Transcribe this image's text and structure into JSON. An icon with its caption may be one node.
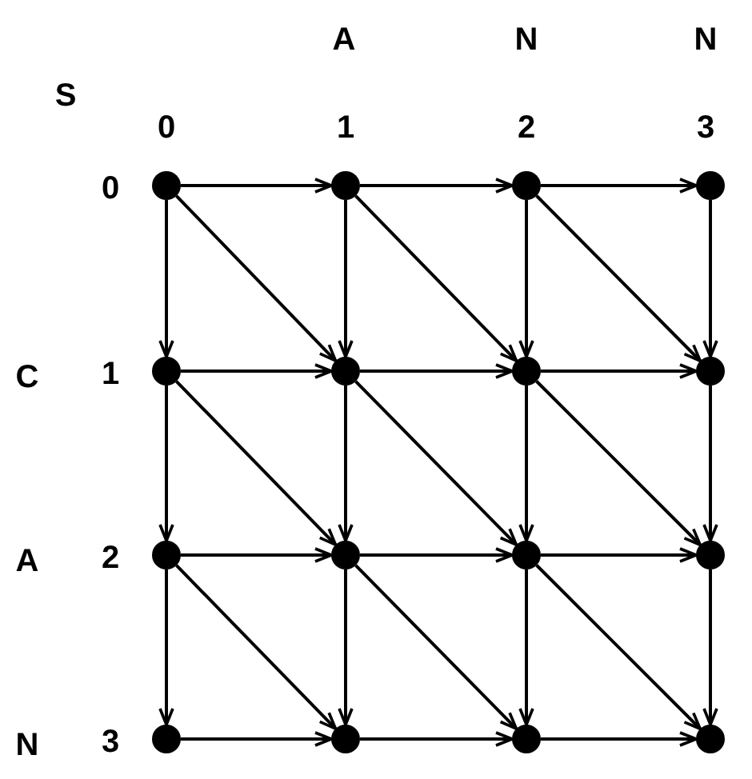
{
  "diagram": {
    "nodes": [
      {
        "text": [],
        "shape": "circle"
      },
      {
        "text": [],
        "shape": "circle"
      },
      {
        "text": [],
        "shape": "circle"
      },
      {
        "text": [],
        "shape": "circle"
      },
      {
        "text": [],
        "shape": "circle"
      },
      {
        "text": [],
        "shape": "circle"
      },
      {
        "text": [],
        "shape": "circle"
      },
      {
        "text": [],
        "shape": "circle"
      },
      {
        "text": [],
        "shape": "circle"
      },
      {
        "text": [],
        "shape": "circle"
      },
      {
        "text": [],
        "shape": "circle"
      },
      {
        "text": [],
        "shape": "circle"
      },
      {
        "text": [],
        "shape": "circle"
      },
      {
        "text": [],
        "shape": "circle"
      },
      {
        "text": [],
        "shape": "circle"
      },
      {
        "text": [],
        "shape": "circle"
      }
    ],
    "edges": [
      {
        "from": 0,
        "to": 1,
        "arrow": "to"
      },
      {
        "from": 0,
        "to": 4,
        "arrow": "to"
      },
      {
        "from": 0,
        "to": 5,
        "arrow": "to"
      },
      {
        "from": 1,
        "to": 2,
        "arrow": "to"
      },
      {
        "from": 1,
        "to": 5,
        "arrow": "to"
      },
      {
        "from": 1,
        "to": 6,
        "arrow": "to"
      },
      {
        "from": 2,
        "to": 3,
        "arrow": "to"
      },
      {
        "from": 2,
        "to": 6,
        "arrow": "to"
      },
      {
        "from": 2,
        "to": 7,
        "arrow": "to"
      },
      {
        "from": 3,
        "to": 7,
        "arrow": "to"
      },
      {
        "from": 4,
        "to": 5,
        "arrow": "to"
      },
      {
        "from": 4,
        "to": 8,
        "arrow": "to"
      },
      {
        "from": 4,
        "to": 9,
        "arrow": "to"
      },
      {
        "from": 5,
        "to": 6,
        "arrow": "to"
      },
      {
        "from": 5,
        "to": 9,
        "arrow": "to"
      },
      {
        "from": 5,
        "to": 10,
        "arrow": "to"
      },
      {
        "from": 6,
        "to": 7,
        "arrow": "to"
      },
      {
        "from": 6,
        "to": 10,
        "arrow": "to"
      },
      {
        "from": 6,
        "to": 11,
        "arrow": "to"
      },
      {
        "from": 7,
        "to": 11,
        "arrow": "to"
      },
      {
        "from": 8,
        "to": 9,
        "arrow": "to"
      },
      {
        "from": 8,
        "to": 12,
        "arrow": "to"
      },
      {
        "from": 8,
        "to": 13,
        "arrow": "to"
      },
      {
        "from": 9,
        "to": 10,
        "arrow": "to"
      },
      {
        "from": 9,
        "to": 13,
        "arrow": "to"
      },
      {
        "from": 9,
        "to": 14,
        "arrow": "to"
      },
      {
        "from": 10,
        "to": 11,
        "arrow": "to"
      },
      {
        "from": 10,
        "to": 14,
        "arrow": "to"
      },
      {
        "from": 10,
        "to": 15,
        "arrow": "to"
      },
      {
        "from": 11,
        "to": 15,
        "arrow": "to"
      },
      {
        "from": 12,
        "to": 13,
        "arrow": "to"
      },
      {
        "from": 13,
        "to": 14,
        "arrow": "to"
      },
      {
        "from": 14,
        "to": 15,
        "arrow": "to"
      }
    ],
    "labels": [
      "A",
      "N",
      "N",
      "S",
      "0",
      "1",
      "2",
      "3",
      "0",
      "C",
      "1",
      "A",
      "2",
      "N",
      "3"
    ]
  }
}
